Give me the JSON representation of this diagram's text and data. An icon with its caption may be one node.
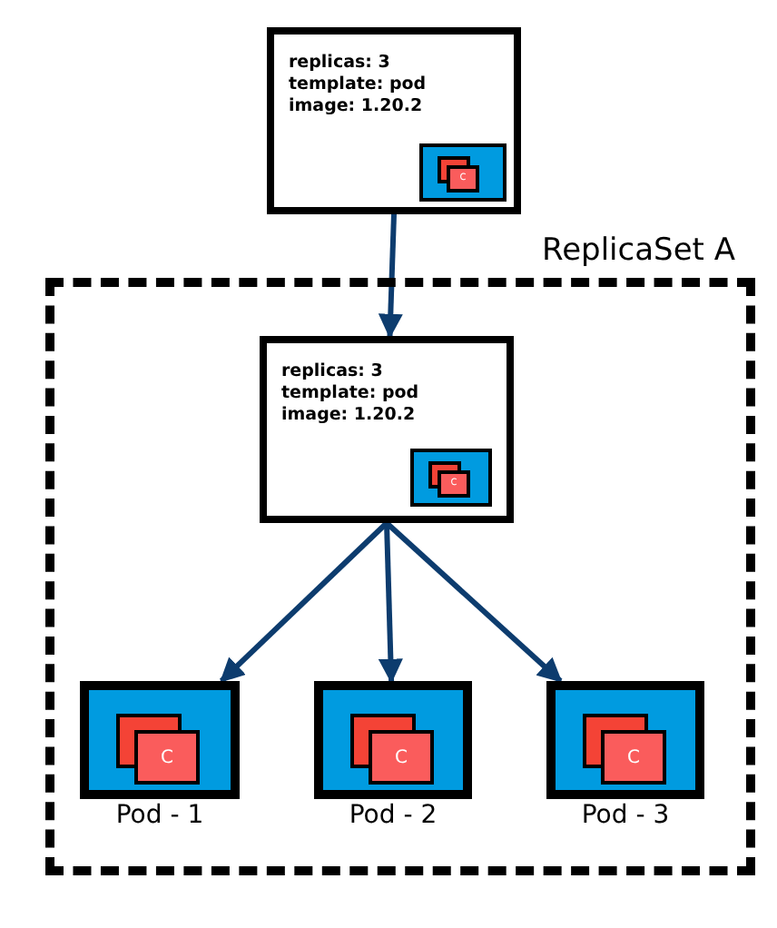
{
  "diagram": {
    "nodes": [
      {
        "text": [
          "replicas: 3",
          "template: pod",
          "image: 1.20.2"
        ]
      },
      {
        "text": [
          "C"
        ],
        "in": 0
      },
      {
        "text": [
          "ReplicaSet A"
        ]
      },
      {
        "text": [
          "replicas: 3",
          "template: pod",
          "image: 1.20.2"
        ],
        "in": 2
      },
      {
        "text": [
          "C"
        ],
        "in": 3
      },
      {
        "text": [
          "C"
        ],
        "in": 2,
        "beside": [
          "Pod - 1"
        ]
      },
      {
        "text": [
          "C"
        ],
        "in": 2,
        "beside": [
          "Pod - 2"
        ]
      },
      {
        "text": [
          "C"
        ],
        "in": 2,
        "beside": [
          "Pod - 3"
        ]
      }
    ],
    "edges": [
      {
        "from": 0,
        "to": 3,
        "arrow": "to"
      },
      {
        "from": 3,
        "to": 5,
        "arrow": "to"
      },
      {
        "from": 3,
        "to": 6,
        "arrow": "to"
      },
      {
        "from": 3,
        "to": 7,
        "arrow": "to"
      }
    ]
  }
}
